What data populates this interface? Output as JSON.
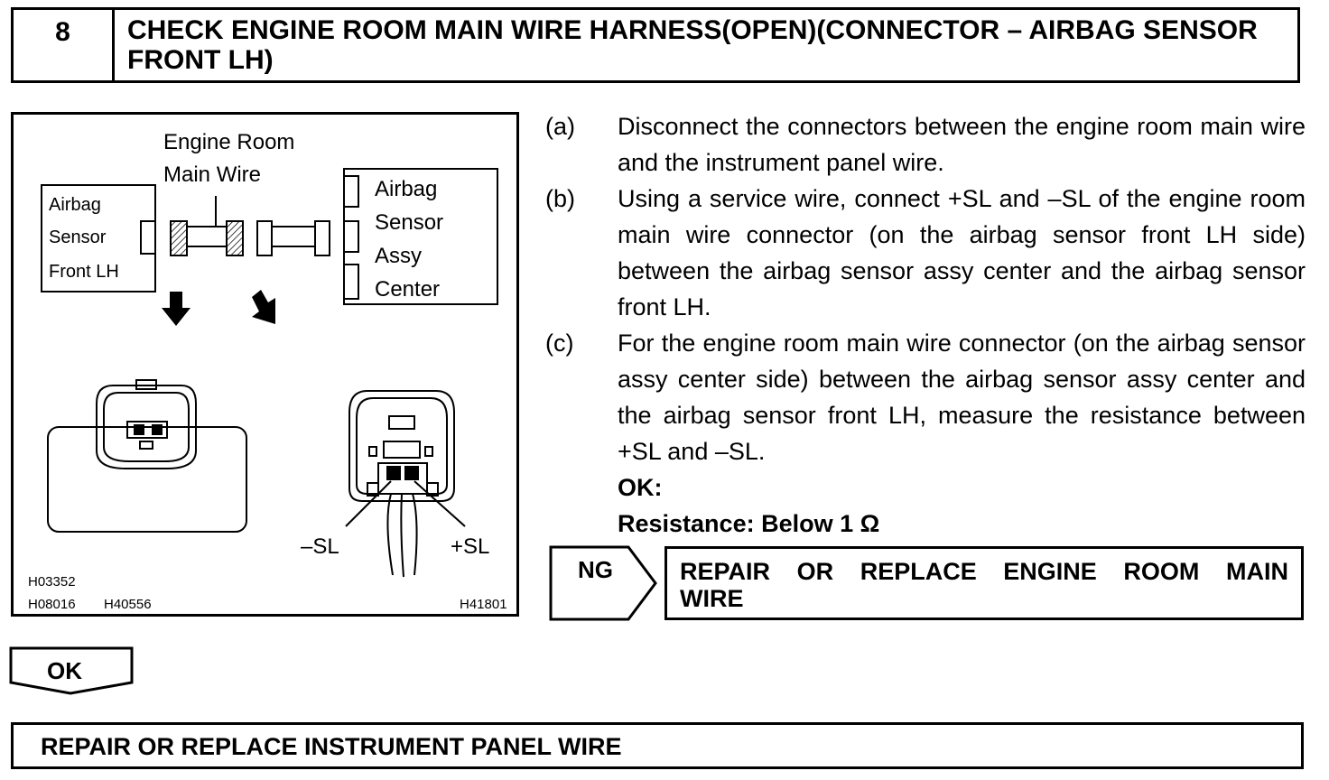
{
  "header": {
    "step_number": "8",
    "title": "CHECK ENGINE ROOM MAIN WIRE HARNESS(OPEN)(CONNECTOR – AIRBAG SENSOR FRONT LH)"
  },
  "figure": {
    "engine_room_label_1": "Engine Room",
    "engine_room_label_2": "Main Wire",
    "front_lh_1": "Airbag",
    "front_lh_2": "Sensor",
    "front_lh_3": "Front LH",
    "center_1": "Airbag",
    "center_2": "Sensor",
    "center_3": "Assy",
    "center_4": "Center",
    "minus_sl": "–SL",
    "plus_sl": "+SL",
    "code_1": "H03352",
    "code_2": "H08016",
    "code_3": "H40556",
    "code_4": "H41801"
  },
  "steps": [
    {
      "label": "(a)",
      "text": "Disconnect the connectors between the engine room main wire and the instrument panel wire."
    },
    {
      "label": "(b)",
      "text": "Using a service wire, connect +SL and –SL of the engine room main wire connector (on the airbag sensor front LH side) between the airbag sensor assy center and the airbag sensor front LH."
    },
    {
      "label": "(c)",
      "text": "For the engine room main wire connector (on the airbag sensor assy center side) between the airbag sensor assy center and the airbag sensor front LH, measure the resistance between +SL and –SL."
    }
  ],
  "spec": {
    "ok_label": "OK:",
    "resistance": "Resistance: Below 1 Ω"
  },
  "ng": {
    "tag": "NG",
    "action_line1": "REPAIR OR REPLACE ENGINE ROOM MAIN",
    "action_line2": "WIRE"
  },
  "ok": {
    "tag": "OK",
    "action": "REPAIR OR REPLACE INSTRUMENT PANEL WIRE"
  }
}
